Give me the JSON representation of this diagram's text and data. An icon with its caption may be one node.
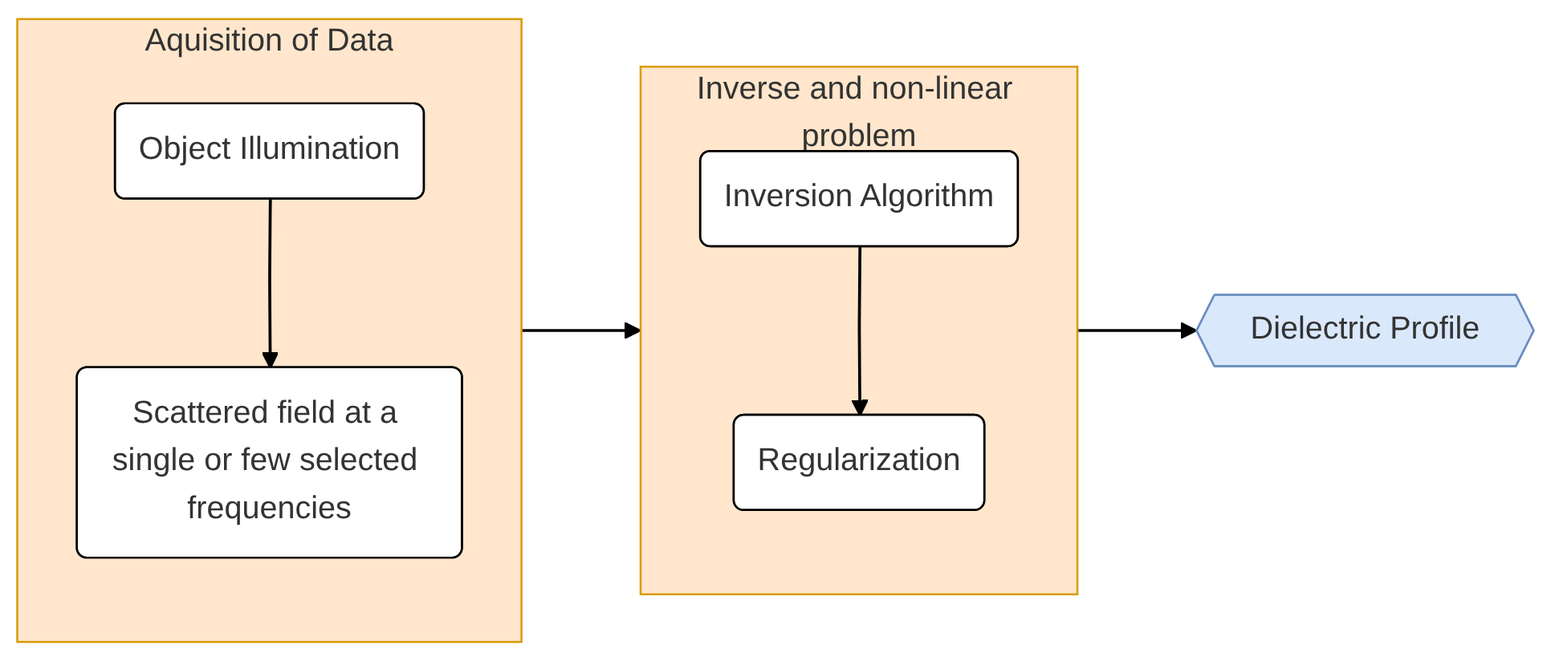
{
  "diagram": {
    "nodes": [
      {
        "text": [
          "Aquisition of Data"
        ]
      },
      {
        "text": [
          "Object Illumination"
        ],
        "in": 0
      },
      {
        "text": [
          "Scattered field at a single or few selected frequencies"
        ],
        "in": 0
      },
      {
        "text": [
          "Inverse and non-linear problem"
        ]
      },
      {
        "text": [
          "Inversion Algorithm"
        ],
        "in": 3
      },
      {
        "text": [
          "Regularization"
        ],
        "in": 3
      },
      {
        "text": [
          "Dielectric Profile"
        ]
      }
    ],
    "edges": [
      {
        "from": 1,
        "to": 2,
        "arrow": "to"
      },
      {
        "from": 0,
        "to": 3,
        "arrow": "to"
      },
      {
        "from": 4,
        "to": 5,
        "arrow": "to"
      },
      {
        "from": 3,
        "to": 6,
        "arrow": "to"
      }
    ]
  }
}
